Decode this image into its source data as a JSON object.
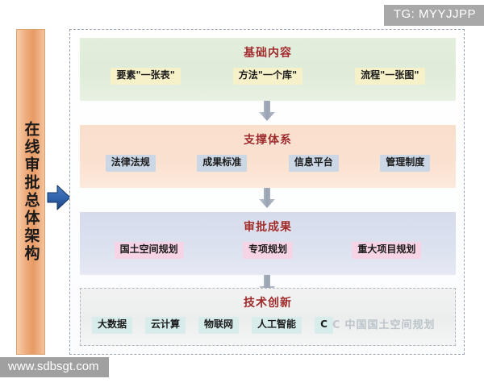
{
  "overlays": {
    "tg_tag": "TG: MYYJJPP",
    "site_tag": "www.sdbsgt.com",
    "content_watermark_mark": "C",
    "content_watermark_text": "中国国土空间规划"
  },
  "side_banner": {
    "label": "在线审批总体架构"
  },
  "icons": {
    "blue_arrow": "right-arrow-icon",
    "down_arrow": "down-arrow-icon"
  },
  "colors": {
    "banner_orange": "#e89a63",
    "title_red": "#9e2a2a",
    "blue_arrow": "#2b5fa8",
    "down_arrow": "#a8b0bd",
    "band1_bg": "#dfecd9",
    "band2_bg": "#fae0ce",
    "band3_bg": "#dbe1ef",
    "band4_bg": "#eceeee",
    "tag1_bg": "#f6f1c8",
    "tag2_bg": "#ccd7e6",
    "tag3_bg": "#f6d4e6",
    "tag4_bg": "#d8ecec"
  },
  "bands": [
    {
      "title": "基础内容",
      "tags": [
        "要素\"一张表\"",
        "方法\"一个库\"",
        "流程\"一张图\""
      ]
    },
    {
      "title": "支撑体系",
      "tags": [
        "法律法规",
        "成果标准",
        "信息平台",
        "管理制度"
      ]
    },
    {
      "title": "审批成果",
      "tags": [
        "国土空间规划",
        "专项规划",
        "重大项目规划"
      ]
    },
    {
      "title": "技术创新",
      "tags": [
        "大数据",
        "云计算",
        "物联网",
        "人工智能",
        "C"
      ]
    }
  ]
}
